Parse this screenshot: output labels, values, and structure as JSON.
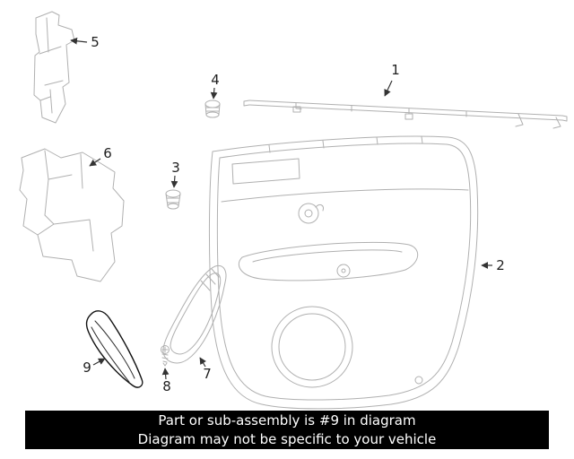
{
  "banner": {
    "line1": "Part or sub-assembly is #9 in diagram",
    "line2": "Diagram may not be specific to your vehicle"
  },
  "callouts": [
    {
      "num": "1",
      "part": "belt-weatherstrip"
    },
    {
      "num": "2",
      "part": "door-trim-panel"
    },
    {
      "num": "3",
      "part": "grommet"
    },
    {
      "num": "4",
      "part": "clip"
    },
    {
      "num": "5",
      "part": "upper-bracket"
    },
    {
      "num": "6",
      "part": "lower-bracket"
    },
    {
      "num": "7",
      "part": "pull-handle-bracket"
    },
    {
      "num": "8",
      "part": "screw"
    },
    {
      "num": "9",
      "part": "highlighted-trim-piece"
    }
  ],
  "colors": {
    "line_art": "#b0b0b0",
    "callout": "#333333",
    "highlight_fill": "#9b9b9b",
    "highlight_stroke": "#111111",
    "banner_bg": "#000000",
    "banner_text": "#ffffff",
    "background": "#ffffff"
  }
}
